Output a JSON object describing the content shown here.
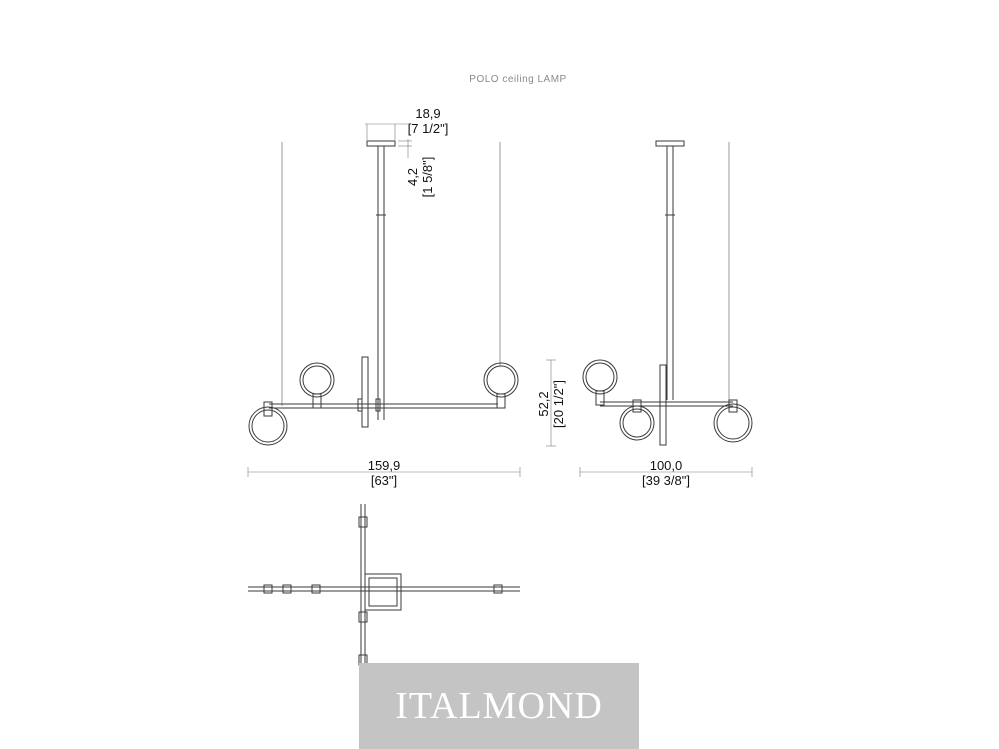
{
  "title": "POLO ceiling LAMP",
  "dimensions": {
    "canopy_width": {
      "metric": "18,9",
      "imperial": "[7 1/2\"]"
    },
    "canopy_height": {
      "metric": "4,2",
      "imperial": "[1 5/8\"]"
    },
    "lamp_height": {
      "metric": "52,2",
      "imperial": "[20 1/2\"]"
    },
    "total_length": {
      "metric": "159,9",
      "imperial": "[63\"]"
    },
    "side_width": {
      "metric": "100,0",
      "imperial": "[39 3/8\"]"
    }
  },
  "watermark": "ITALMOND"
}
